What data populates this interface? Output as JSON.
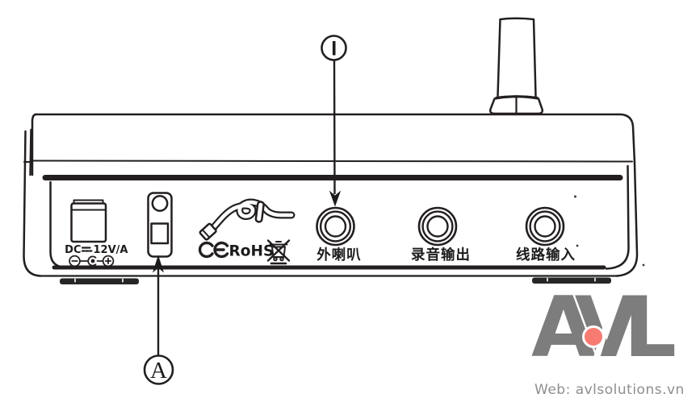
{
  "diagram": {
    "callouts": {
      "jack_pointer": "I",
      "component_pointer": "A"
    },
    "rear_panel": {
      "power_label_prefix": "DC",
      "power_label_suffix": "12V/A",
      "jacks": [
        {
          "id": "external-speaker",
          "label": "外喇叭"
        },
        {
          "id": "recording-output",
          "label": "录音输出"
        },
        {
          "id": "line-input",
          "label": "线路输入"
        }
      ],
      "marks": {
        "ce": "CE",
        "rohs": "RoHS"
      }
    }
  },
  "branding": {
    "logo_text": "AVL",
    "website": "Web: avlsolutions.vn"
  },
  "colors": {
    "line": "#231f20",
    "logo_gray": "#7d7d7d",
    "web_gray": "#8e8e8e",
    "dot_red": "#f87b72"
  },
  "icons": {
    "cable_knot": "cable-knot-icon",
    "ce_mark": "ce-mark-icon",
    "weee_bin": "weee-crossed-bin-icon",
    "dc_polarity": "dc-polarity-icon",
    "dc_symbol": "dc-current-symbol-icon"
  }
}
